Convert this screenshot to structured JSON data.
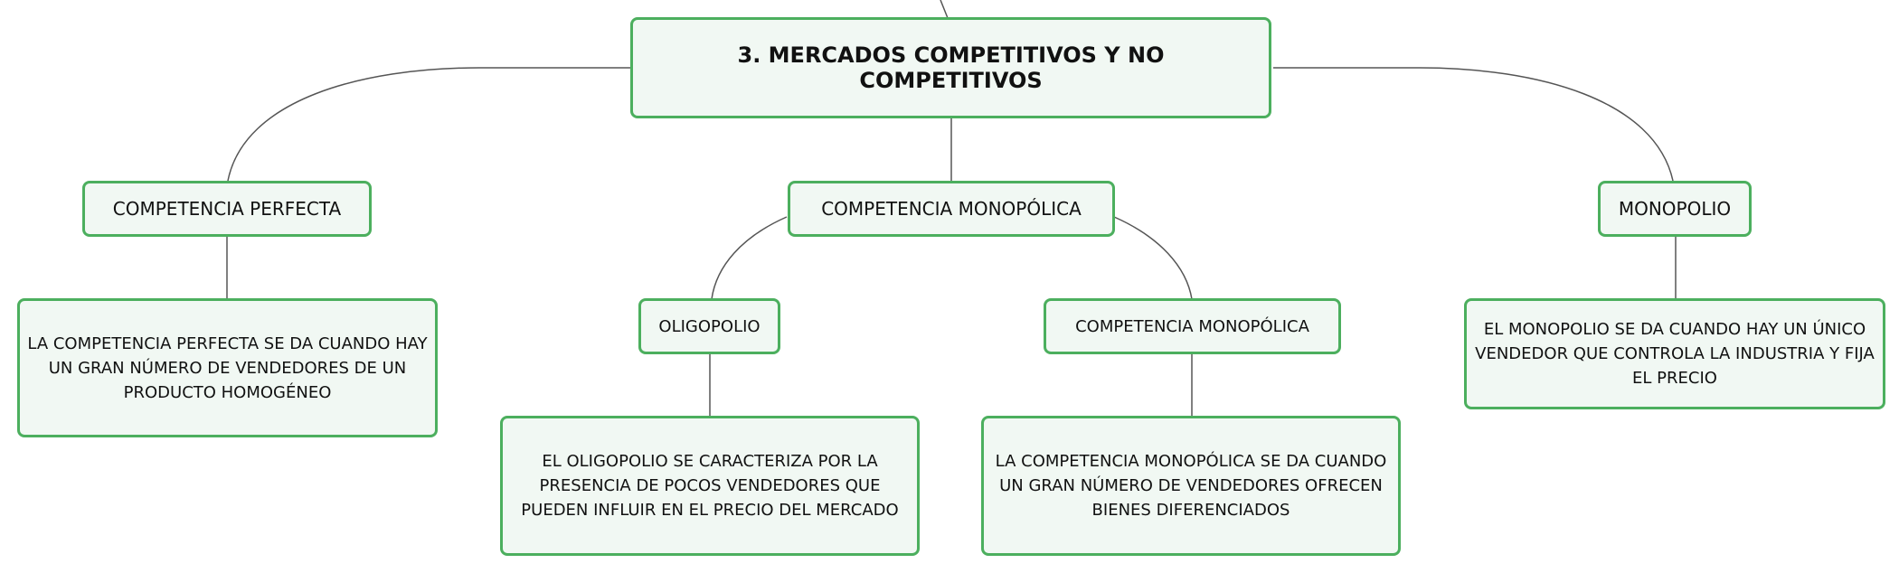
{
  "colors": {
    "node_border": "#4caf5e",
    "node_fill": "#f1f8f3",
    "connector": "#555555",
    "text": "#111111"
  },
  "root": {
    "label": "3. MERCADOS COMPETITIVOS Y NO COMPETITIVOS"
  },
  "branches": [
    {
      "label": "COMPETENCIA PERFECTA",
      "description": "LA COMPETENCIA PERFECTA SE DA CUANDO HAY UN GRAN NÚMERO DE VENDEDORES DE UN PRODUCTO HOMOGÉNEO"
    },
    {
      "label": "COMPETENCIA MONOPÓLICA",
      "children": [
        {
          "label": "OLIGOPOLIO",
          "description": "EL OLIGOPOLIO SE CARACTERIZA POR LA PRESENCIA DE POCOS VENDEDORES QUE PUEDEN INFLUIR EN EL PRECIO DEL MERCADO"
        },
        {
          "label": "COMPETENCIA MONOPÓLICA",
          "description": "LA COMPETENCIA MONOPÓLICA SE DA CUANDO UN GRAN NÚMERO DE VENDEDORES OFRECEN BIENES DIFERENCIADOS"
        }
      ]
    },
    {
      "label": "MONOPOLIO",
      "description": "EL MONOPOLIO SE DA CUANDO HAY UN ÚNICO VENDEDOR QUE CONTROLA LA INDUSTRIA Y FIJA EL PRECIO"
    }
  ]
}
